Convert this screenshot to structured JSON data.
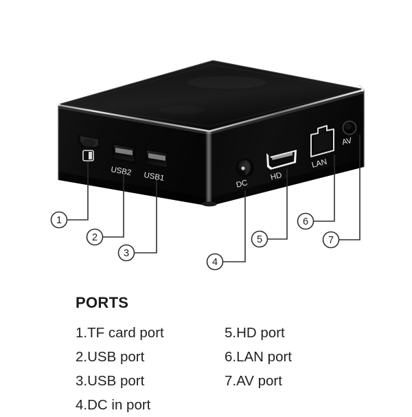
{
  "background_color": "#ffffff",
  "device": {
    "name": "android-tv-box",
    "body_color": "#0a0a0a",
    "top_face_color": "#131313",
    "edge_highlight_color": "#c9c9c9",
    "port_label_color": "#e8e8e8",
    "faces": {
      "left_face_label": "left-side-face",
      "right_face_label": "right-side-face",
      "top_face_label": "top-face"
    },
    "port_labels": [
      {
        "id": "tf",
        "text": "",
        "icon": "sd-card-slot-icon"
      },
      {
        "id": "usb2",
        "text": "USB2",
        "icon": "usb-port-icon"
      },
      {
        "id": "usb1",
        "text": "USB1",
        "icon": "usb-port-icon"
      },
      {
        "id": "dc",
        "text": "DC",
        "icon": "dc-jack-icon"
      },
      {
        "id": "hd",
        "text": "HD",
        "icon": "hdmi-port-icon"
      },
      {
        "id": "lan",
        "text": "LAN",
        "icon": "rj45-port-icon"
      },
      {
        "id": "av",
        "text": "AV",
        "icon": "av-jack-icon"
      }
    ]
  },
  "callouts": [
    {
      "number": "1",
      "target": "tf-card-slot"
    },
    {
      "number": "2",
      "target": "usb2-port"
    },
    {
      "number": "3",
      "target": "usb1-port"
    },
    {
      "number": "4",
      "target": "dc-in-jack"
    },
    {
      "number": "5",
      "target": "hd-port"
    },
    {
      "number": "6",
      "target": "lan-port"
    },
    {
      "number": "7",
      "target": "av-port"
    }
  ],
  "legend": {
    "title": "PORTS",
    "left_column": [
      "1.TF card port",
      "2.USB port",
      "3.USB port",
      "4.DC in port"
    ],
    "right_column": [
      "5.HD port",
      "6.LAN port",
      "7.AV port"
    ]
  }
}
